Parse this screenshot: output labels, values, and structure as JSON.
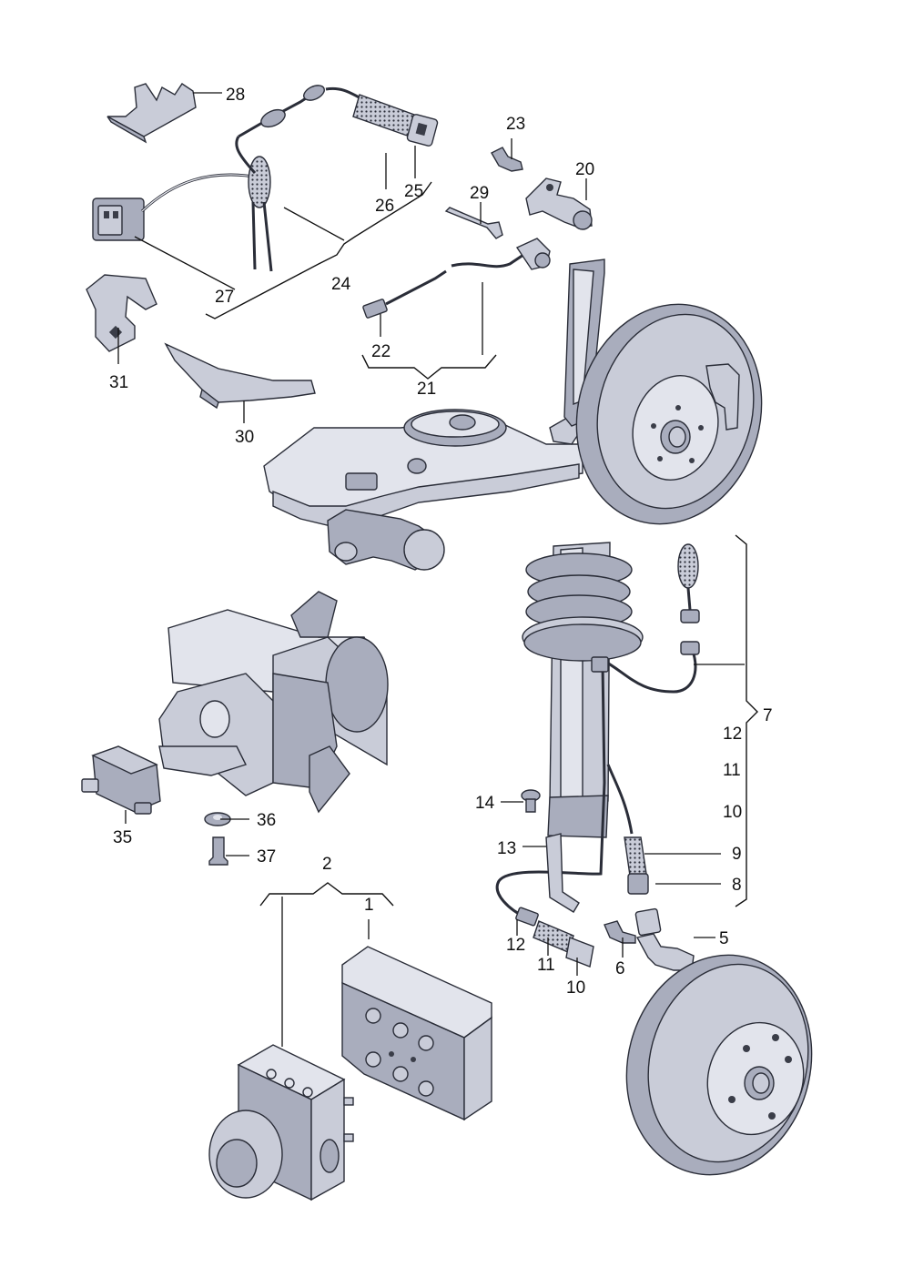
{
  "diagram": {
    "labels": {
      "p1": "1",
      "p2": "2",
      "p5": "5",
      "p6": "6",
      "p7": "7",
      "p8": "8",
      "p9": "9",
      "p10a": "10",
      "p10b": "10",
      "p11a": "11",
      "p11b": "11",
      "p12a": "12",
      "p12b": "12",
      "p13": "13",
      "p14": "14",
      "p20": "20",
      "p21": "21",
      "p22": "22",
      "p23": "23",
      "p24": "24",
      "p25": "25",
      "p26": "26",
      "p27": "27",
      "p28": "28",
      "p29": "29",
      "p30": "30",
      "p31": "31",
      "p35": "35",
      "p36": "36",
      "p37": "37"
    }
  }
}
